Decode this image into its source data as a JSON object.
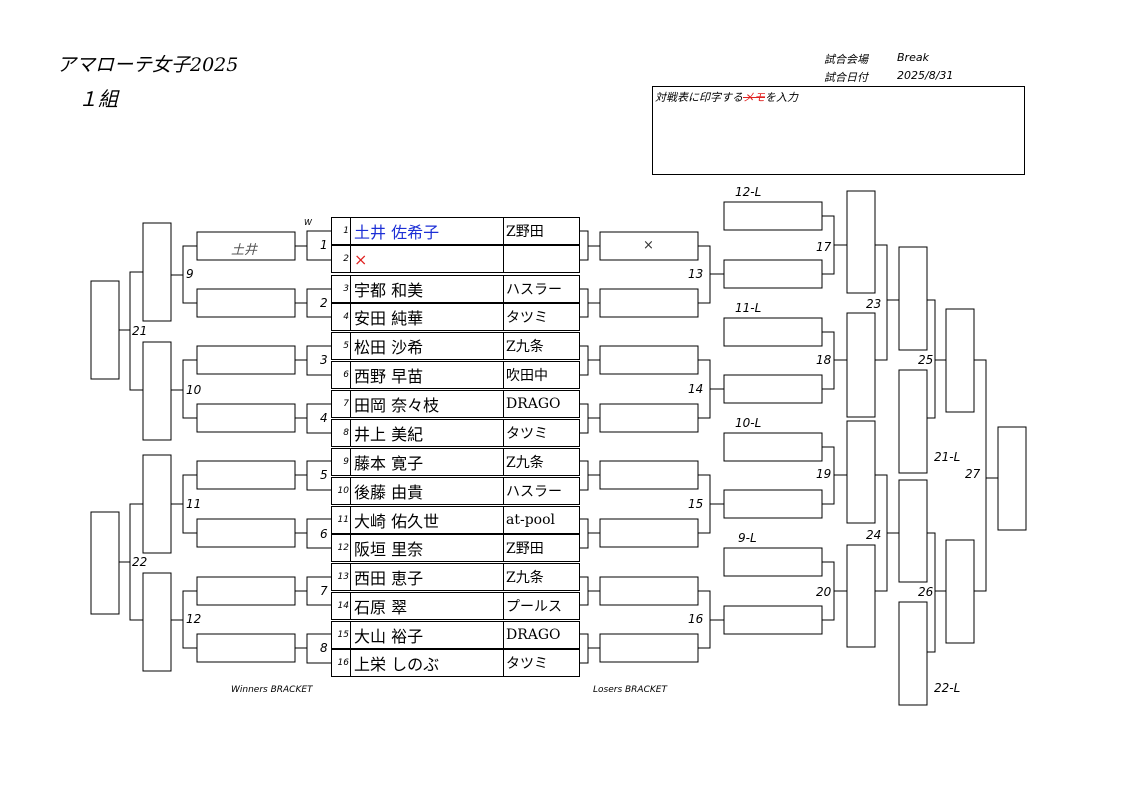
{
  "header": {
    "title": "アマローテ女子2025",
    "group": "１組",
    "venue_label": "試合会場",
    "venue_value": "Break",
    "date_label": "試合日付",
    "date_value": "2025/8/31"
  },
  "memo": {
    "prefix": "対戦表に印字する",
    "struck": "メモ",
    "suffix": "を入力"
  },
  "entries": [
    {
      "no": "1",
      "name": "土井 佐希子",
      "team": "Z野田"
    },
    {
      "no": "2",
      "name": "×",
      "team": ""
    },
    {
      "no": "3",
      "name": "宇都 和美",
      "team": "ハスラー"
    },
    {
      "no": "4",
      "name": "安田 純華",
      "team": "タツミ"
    },
    {
      "no": "5",
      "name": "松田 沙希",
      "team": "Z九条"
    },
    {
      "no": "6",
      "name": "西野 早苗",
      "team": "吹田中"
    },
    {
      "no": "7",
      "name": "田岡 奈々枝",
      "team": "DRAGO"
    },
    {
      "no": "8",
      "name": "井上 美紀",
      "team": "タツミ"
    },
    {
      "no": "9",
      "name": "藤本 寛子",
      "team": "Z九条"
    },
    {
      "no": "10",
      "name": "後藤 由貴",
      "team": "ハスラー"
    },
    {
      "no": "11",
      "name": "大崎 佑久世",
      "team": "at-pool"
    },
    {
      "no": "12",
      "name": "阪垣 里奈",
      "team": "Z野田"
    },
    {
      "no": "13",
      "name": "西田 恵子",
      "team": "Z九条"
    },
    {
      "no": "14",
      "name": "石原 翠",
      "team": "プールス"
    },
    {
      "no": "15",
      "name": "大山 裕子",
      "team": "DRAGO"
    },
    {
      "no": "16",
      "name": "上栄 しのぶ",
      "team": "タツミ"
    }
  ],
  "winners": {
    "footer": "Winners BRACKET",
    "w_mark": "W",
    "box1_text": "土井",
    "matches_r1": [
      "1",
      "2",
      "3",
      "4",
      "5",
      "6",
      "7",
      "8"
    ],
    "matches_r2": [
      "9",
      "10",
      "11",
      "12"
    ],
    "matches_r3": [
      "21",
      "22"
    ]
  },
  "losers": {
    "footer": "Losers BRACKET",
    "box1_text": "×",
    "matches_r1": [
      "13",
      "14",
      "15",
      "16"
    ],
    "drop_labels": [
      "12-L",
      "11-L",
      "10-L",
      "9-L"
    ],
    "matches_r2": [
      "17",
      "18",
      "19",
      "20"
    ],
    "matches_r3": [
      "23",
      "24"
    ],
    "matches_r4": [
      "25",
      "26"
    ],
    "final": "27",
    "drop_21": "21-L",
    "drop_22": "22-L"
  }
}
